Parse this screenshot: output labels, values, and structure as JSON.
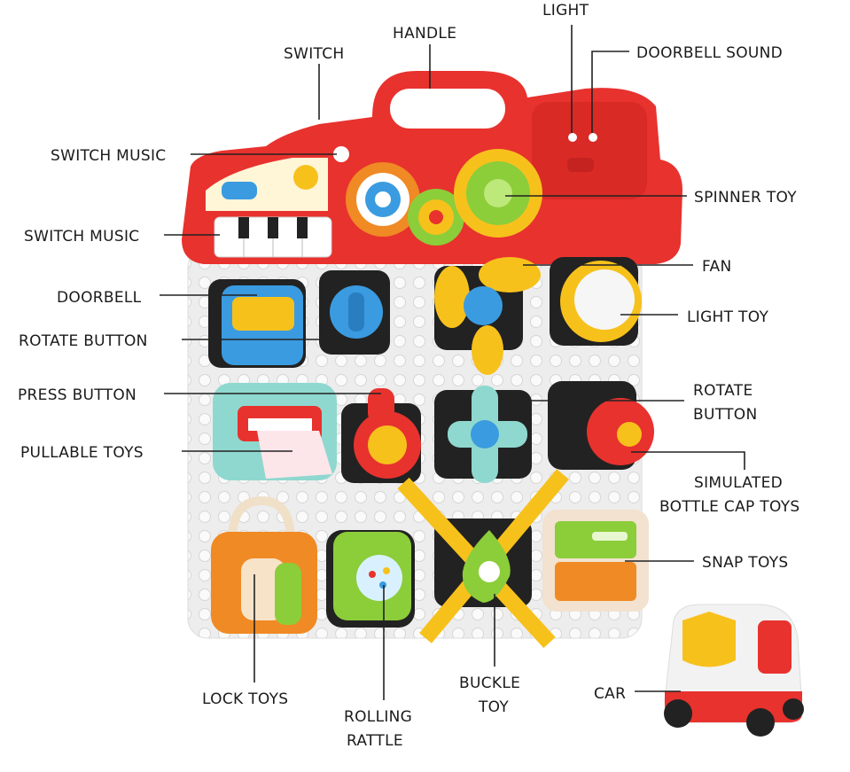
{
  "labels": {
    "light": "LIGHT",
    "handle": "HANDLE",
    "switch": "SWITCH",
    "doorbell_sound": "DOORBELL SOUND",
    "switch_music_1": "SWITCH MUSIC",
    "spinner_toy": "SPINNER TOY",
    "switch_music_2": "SWITCH MUSIC",
    "fan": "FAN",
    "doorbell": "DOORBELL",
    "light_toy": "LIGHT TOY",
    "rotate_button_1": "ROTATE BUTTON",
    "press_button": "PRESS BUTTON",
    "rotate_button_2_line1": "ROTATE",
    "rotate_button_2_line2": "BUTTON",
    "pullable_toys": "PULLABLE TOYS",
    "bottle_cap_line1": "SIMULATED",
    "bottle_cap_line2": "BOTTLE CAP TOYS",
    "snap_toys": "SNAP TOYS",
    "lock_toys": "LOCK TOYS",
    "rolling_rattle_line1": "ROLLING",
    "rolling_rattle_line2": "RATTLE",
    "buckle_toy_line1": "BUCKLE",
    "buckle_toy_line2": "TOY",
    "car": "CAR"
  },
  "colors": {
    "red": "#e8322e",
    "board": "#ececec",
    "blue": "#3a9be0",
    "yellow": "#f7c11c",
    "orange": "#f08a24",
    "green": "#8ccd3a",
    "teal": "#8fd8cf"
  }
}
